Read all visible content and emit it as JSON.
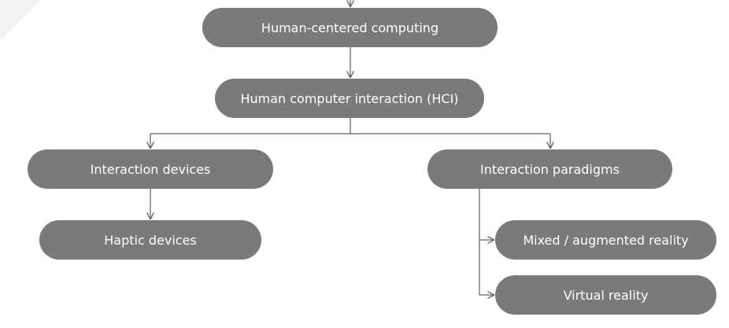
{
  "diagram": {
    "nodes": {
      "human_centered_computing": "Human-centered computing",
      "hci": "Human computer interaction (HCI)",
      "interaction_devices": "Interaction devices",
      "interaction_paradigms": "Interaction paradigms",
      "haptic_devices": "Haptic devices",
      "mixed_augmented_reality": "Mixed / augmented reality",
      "virtual_reality": "Virtual reality"
    },
    "edges": [
      [
        "human_centered_computing",
        "hci"
      ],
      [
        "hci",
        "interaction_devices"
      ],
      [
        "hci",
        "interaction_paradigms"
      ],
      [
        "interaction_devices",
        "haptic_devices"
      ],
      [
        "interaction_paradigms",
        "mixed_augmented_reality"
      ],
      [
        "interaction_paradigms",
        "virtual_reality"
      ]
    ],
    "colors": {
      "node_fill": "#7a7a7a",
      "node_text": "#ffffff",
      "connector": "#666666"
    }
  }
}
